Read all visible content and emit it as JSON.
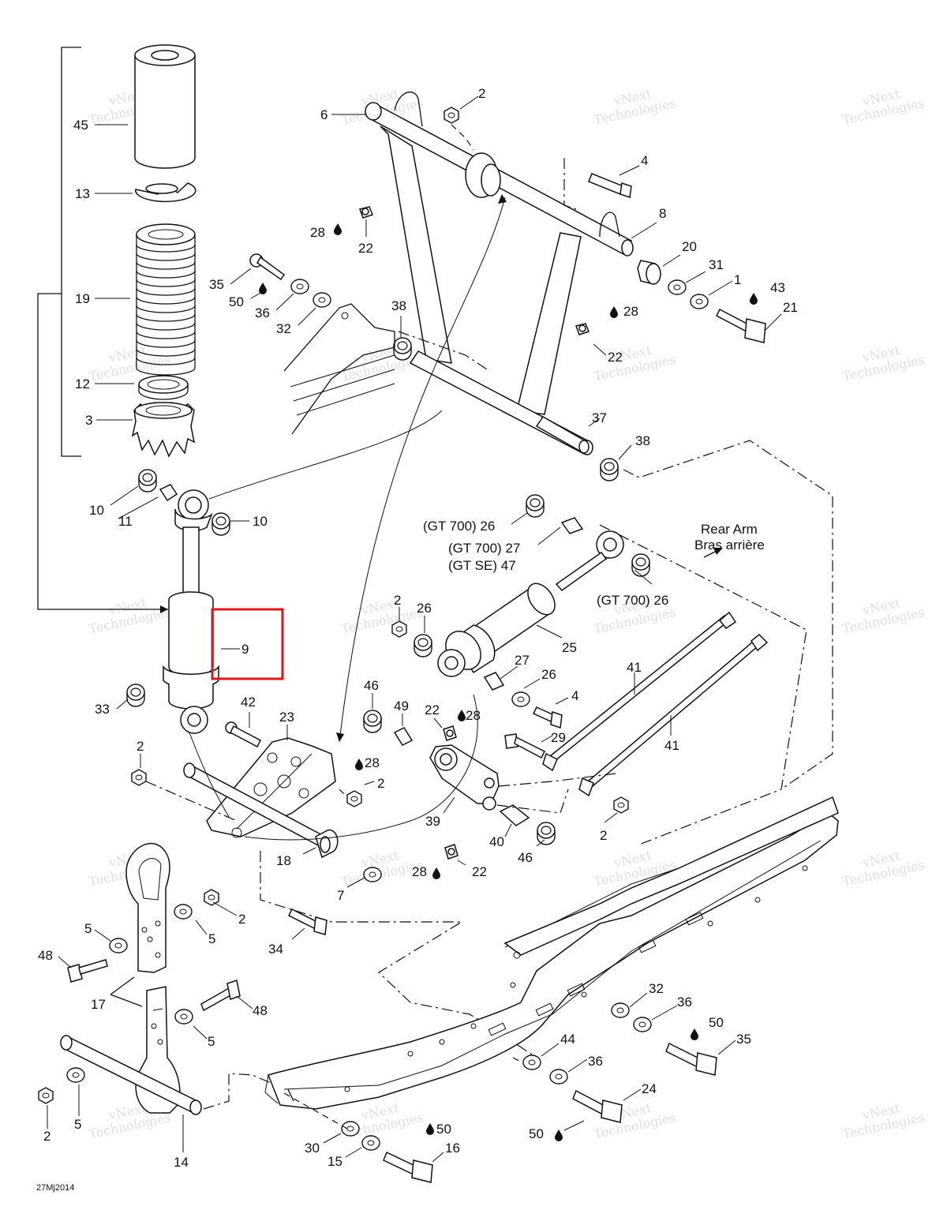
{
  "drawing_code": "27Mj2014",
  "watermark": {
    "line1": "vNext",
    "line2": "Technologies"
  },
  "rear_arm_label": {
    "en": "Rear Arm",
    "fr": "Bras arrière"
  },
  "highlight": {
    "color": "#e0141a",
    "part": "9"
  },
  "callouts": [
    {
      "id": "c45",
      "text": "45"
    },
    {
      "id": "c13",
      "text": "13"
    },
    {
      "id": "c19",
      "text": "19"
    },
    {
      "id": "c12",
      "text": "12"
    },
    {
      "id": "c3",
      "text": "3"
    },
    {
      "id": "c10a",
      "text": "10"
    },
    {
      "id": "c11",
      "text": "11"
    },
    {
      "id": "c10b",
      "text": "10"
    },
    {
      "id": "c9",
      "text": "9"
    },
    {
      "id": "c33",
      "text": "33"
    },
    {
      "id": "c2a",
      "text": "2"
    },
    {
      "id": "c6",
      "text": "6"
    },
    {
      "id": "c2b",
      "text": "2"
    },
    {
      "id": "c4a",
      "text": "4"
    },
    {
      "id": "c8",
      "text": "8"
    },
    {
      "id": "c28a",
      "text": "28"
    },
    {
      "id": "c22a",
      "text": "22"
    },
    {
      "id": "c20",
      "text": "20"
    },
    {
      "id": "c31",
      "text": "31"
    },
    {
      "id": "c1",
      "text": "1"
    },
    {
      "id": "c43",
      "text": "43"
    },
    {
      "id": "c21",
      "text": "21"
    },
    {
      "id": "c35a",
      "text": "35"
    },
    {
      "id": "c50a",
      "text": "50"
    },
    {
      "id": "c36a",
      "text": "36"
    },
    {
      "id": "c32a",
      "text": "32"
    },
    {
      "id": "c38a",
      "text": "38"
    },
    {
      "id": "c28b",
      "text": "28"
    },
    {
      "id": "c22b",
      "text": "22"
    },
    {
      "id": "c37",
      "text": "37"
    },
    {
      "id": "c38b",
      "text": "38"
    },
    {
      "id": "c26a",
      "text": "(GT 700) 26"
    },
    {
      "id": "c27a",
      "text": "(GT 700) 27"
    },
    {
      "id": "c47",
      "text": "(GT SE)  47"
    },
    {
      "id": "c26b",
      "text": "(GT 700) 26"
    },
    {
      "id": "c2c",
      "text": "2"
    },
    {
      "id": "c26c",
      "text": "26"
    },
    {
      "id": "c25",
      "text": "25"
    },
    {
      "id": "c27b",
      "text": "27"
    },
    {
      "id": "c26d",
      "text": "26"
    },
    {
      "id": "c4b",
      "text": "4"
    },
    {
      "id": "c41a",
      "text": "41"
    },
    {
      "id": "c41b",
      "text": "41"
    },
    {
      "id": "c46a",
      "text": "46"
    },
    {
      "id": "c49",
      "text": "49"
    },
    {
      "id": "c22c",
      "text": "22"
    },
    {
      "id": "c28c",
      "text": "28"
    },
    {
      "id": "c29",
      "text": "29"
    },
    {
      "id": "c42",
      "text": "42"
    },
    {
      "id": "c23",
      "text": "23"
    },
    {
      "id": "c28d",
      "text": "28"
    },
    {
      "id": "c2d",
      "text": "2"
    },
    {
      "id": "c39",
      "text": "39"
    },
    {
      "id": "c40",
      "text": "40"
    },
    {
      "id": "c46b",
      "text": "46"
    },
    {
      "id": "c2e",
      "text": "2"
    },
    {
      "id": "c18",
      "text": "18"
    },
    {
      "id": "c28e",
      "text": "28"
    },
    {
      "id": "c22d",
      "text": "22"
    },
    {
      "id": "c7",
      "text": "7"
    },
    {
      "id": "c34",
      "text": "34"
    },
    {
      "id": "c2f",
      "text": "2"
    },
    {
      "id": "c5a",
      "text": "5"
    },
    {
      "id": "c5b",
      "text": "5"
    },
    {
      "id": "c48a",
      "text": "48"
    },
    {
      "id": "c17",
      "text": "17"
    },
    {
      "id": "c48b",
      "text": "48"
    },
    {
      "id": "c5c",
      "text": "5"
    },
    {
      "id": "c5d",
      "text": "5"
    },
    {
      "id": "c2g",
      "text": "2"
    },
    {
      "id": "c14",
      "text": "14"
    },
    {
      "id": "c32b",
      "text": "32"
    },
    {
      "id": "c36b",
      "text": "36"
    },
    {
      "id": "c50b",
      "text": "50"
    },
    {
      "id": "c35b",
      "text": "35"
    },
    {
      "id": "c44",
      "text": "44"
    },
    {
      "id": "c36c",
      "text": "36"
    },
    {
      "id": "c24",
      "text": "24"
    },
    {
      "id": "c50c",
      "text": "50"
    },
    {
      "id": "c50d",
      "text": "50"
    },
    {
      "id": "c30",
      "text": "30"
    },
    {
      "id": "c15",
      "text": "15"
    },
    {
      "id": "c16",
      "text": "16"
    }
  ]
}
